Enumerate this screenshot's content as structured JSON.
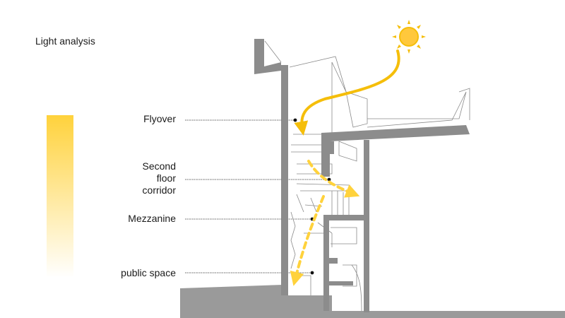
{
  "title": "Light analysis",
  "labels": {
    "flyover": "Flyover",
    "corridor_line1": "Second",
    "corridor_line2": "floor",
    "corridor_line3": "corridor",
    "mezzanine": "Mezzanine",
    "public_space": "public space"
  },
  "legend": {
    "gradient_top_color": "#FFD23C",
    "gradient_bottom_color": "#FFFFFF"
  },
  "colors": {
    "wall": "#8C8C8C",
    "ground": "#9A9A9A",
    "light": "#F5BE0A",
    "line": "#333333",
    "sketch": "#888888"
  },
  "icons": {
    "sun": "sun-icon"
  }
}
